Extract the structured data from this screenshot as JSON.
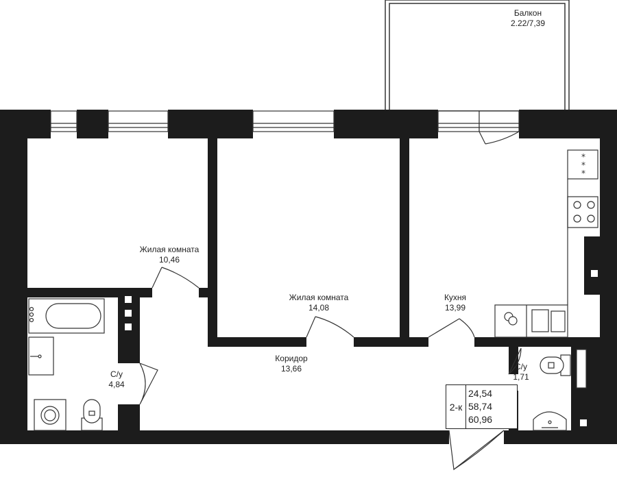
{
  "rooms": [
    {
      "id": "balcony",
      "name": "Балкон",
      "area": "2.22/7,39"
    },
    {
      "id": "living1",
      "name": "Жилая комната",
      "area": "10,46"
    },
    {
      "id": "living2",
      "name": "Жилая комната",
      "area": "14,08"
    },
    {
      "id": "kitchen",
      "name": "Кухня",
      "area": "13,99"
    },
    {
      "id": "corridor",
      "name": "Коридор",
      "area": "13,66"
    },
    {
      "id": "bath1",
      "name": "С/у",
      "area": "4,84"
    },
    {
      "id": "bath2",
      "name": "С/у",
      "area": "1,71"
    }
  ],
  "summary": {
    "type": "2-к",
    "living_area": "24,54",
    "area": "58,74",
    "total_area": "60,96"
  },
  "colors": {
    "wall": "#1c1c1c",
    "line": "#333333",
    "background": "#ffffff"
  }
}
